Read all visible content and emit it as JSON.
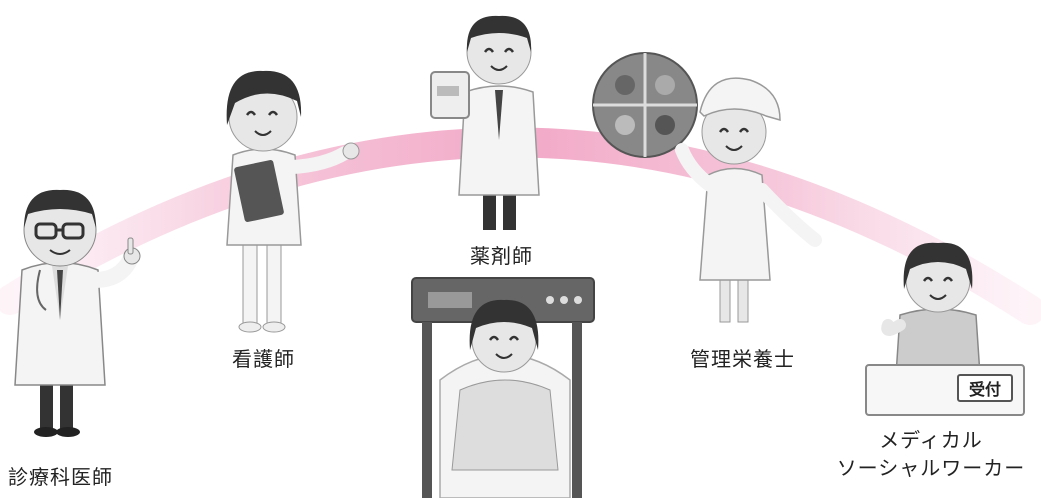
{
  "labels": {
    "doctor": "診療科医師",
    "nurse": "看護師",
    "pharmacist": "薬剤師",
    "dietitian": "管理栄養士",
    "social_worker_line1": "メディカル",
    "social_worker_line2": "ソーシャルワーカー"
  },
  "reception_sign": "受付",
  "colors": {
    "arc": "#f3b5cf",
    "coat": "#f4f4f4",
    "hair": "#333333",
    "skin": "#e7e7e7",
    "outline": "#555555"
  }
}
